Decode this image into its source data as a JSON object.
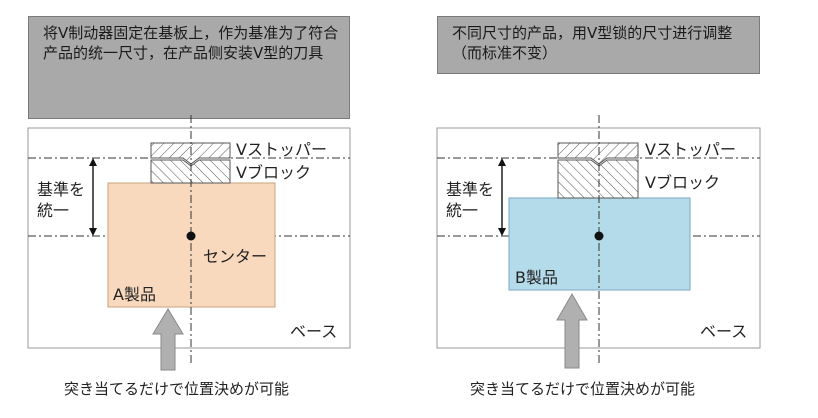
{
  "left_panel": {
    "note_text": "将V制动器固定在基板上，作为基准为了符合产品的统一尺寸，在产品侧安装V型的刀具",
    "v_stopper_label": "Vストッパー",
    "v_block_label": "Vブロック",
    "datum_label_line1": "基準を",
    "datum_label_line2": "統一",
    "center_label": "センター",
    "product_label": "A製品",
    "base_label": "ベース",
    "caption": "突き当てるだけで位置決めが可能",
    "product_color": "#f8d9bd"
  },
  "right_panel": {
    "note_text": "不同尺寸的产品，用V型锁的尺寸进行调整（而标准不变）",
    "v_stopper_label": "Vストッパー",
    "v_block_label": "Vブロック",
    "datum_label_line1": "基準を",
    "datum_label_line2": "統一",
    "product_label": "B製品",
    "base_label": "ベース",
    "caption": "突き当てるだけで位置決めが可能",
    "product_color": "#b4dbea"
  },
  "colors": {
    "note_bg": "#a9a9a9",
    "arrow": "#b0b0b0"
  }
}
